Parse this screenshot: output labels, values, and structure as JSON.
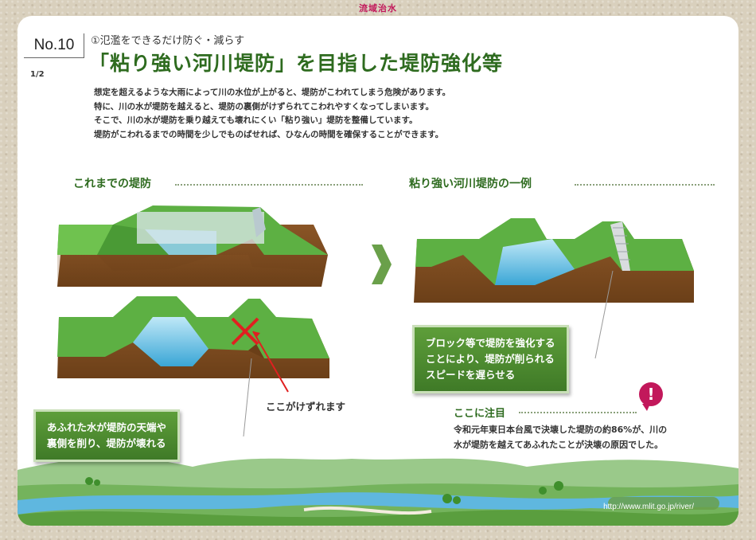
{
  "header": {
    "banner": "流域治水"
  },
  "doc": {
    "number": "No.10",
    "page": "1/2",
    "subtitle": "①氾濫をできるだけ防ぐ・減らす",
    "title": "「粘り強い河川堤防」を目指した堤防強化等",
    "intro": [
      "想定を超えるような大雨によって川の水位が上がると、堤防がこわれてしまう危険があります。",
      "特に、川の水が堤防を越えると、堤防の裏側がけずられてこわれやすくなってしまいます。",
      "そこで、川の水が堤防を乗り越えても壊れにくい「粘り強い」堤防を整備しています。",
      "堤防がこわれるまでの時間を少しでものばせれば、ひなんの時間を確保することができます。"
    ]
  },
  "left": {
    "heading": "これまでの堤防",
    "callout": [
      "あふれた水が堤防の天端や",
      "裏側を削り、堤防が壊れる"
    ],
    "marker_label": "ここがけずれます"
  },
  "right": {
    "heading": "粘り強い河川堤防の一例",
    "callout": [
      "ブロック等で堤防を強化する",
      "ことにより、堤防が削られる",
      "スピードを遅らせる"
    ]
  },
  "note": {
    "heading": "ここに注目",
    "badge": "!",
    "body": [
      "令和元年東日本台風で決壊した堤防の約86%が、川の",
      "水が堤防を越えてあふれたことが決壊の原因でした。"
    ]
  },
  "footer": {
    "url": "http://www.mlit.go.jp/river/"
  },
  "colors": {
    "accent_green": "#2e6b1f",
    "accent_pink": "#c2185b",
    "grass": "#5db043",
    "soil": "#7a4a1e",
    "water": "#4fb6e2"
  }
}
